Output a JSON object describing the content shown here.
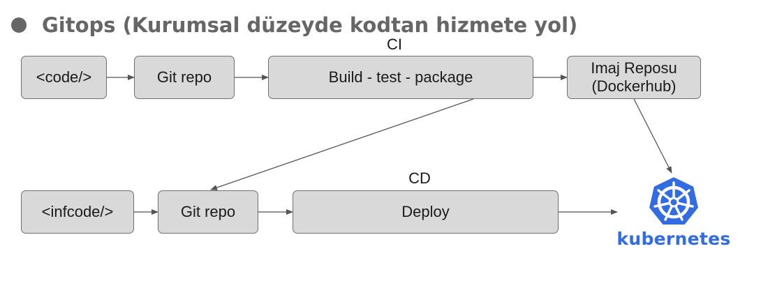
{
  "title": "Gitops (Kurumsal düzeyde kodtan hizmete yol)",
  "ci": {
    "label": "CI",
    "code": "<code/>",
    "git_repo": "Git repo",
    "build": "Build - test - package",
    "image_repo_line1": "Imaj Reposu",
    "image_repo_line2": "(Dockerhub)"
  },
  "cd": {
    "label": "CD",
    "infcode": "<infcode/>",
    "git_repo": "Git repo",
    "deploy": "Deploy"
  },
  "kubernetes": {
    "wordmark": "kubernetes",
    "color": "#326ce5",
    "icon": "helm-wheel-icon"
  },
  "colors": {
    "box_fill": "#d9d9d9",
    "box_border": "#6f6f6f",
    "arrow": "#555555",
    "title": "#666666"
  }
}
